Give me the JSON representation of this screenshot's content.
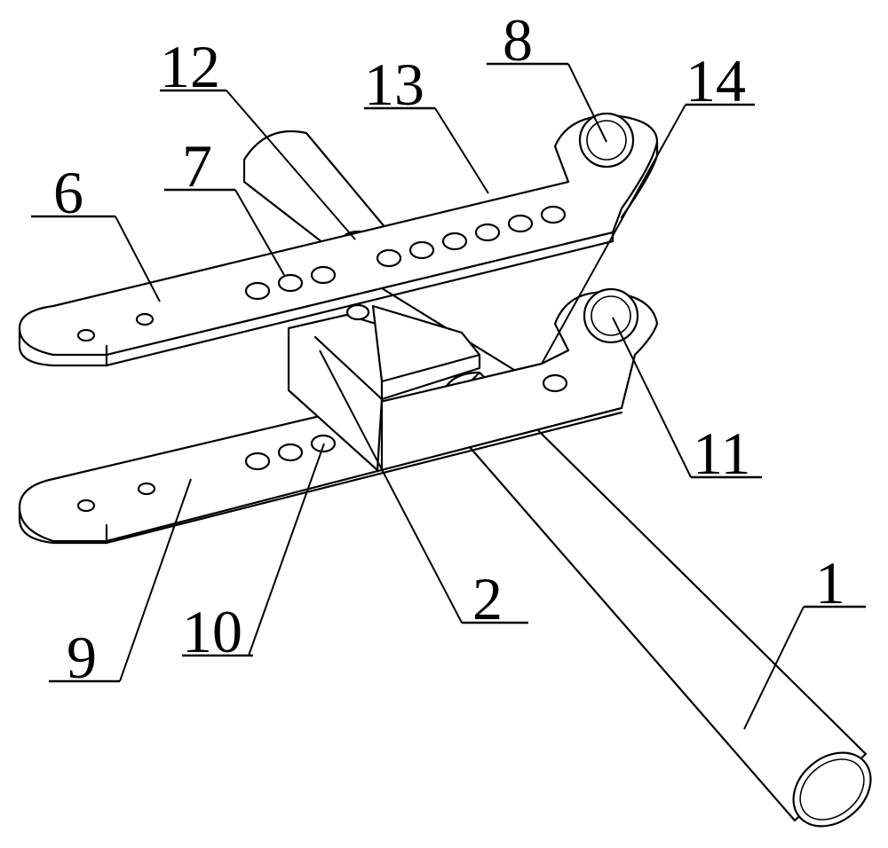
{
  "labels": {
    "l1": "1",
    "l2": "2",
    "l6": "6",
    "l7": "7",
    "l8": "8",
    "l9": "9",
    "l10": "10",
    "l11": "11",
    "l12": "12",
    "l13": "13",
    "l14": "14"
  }
}
